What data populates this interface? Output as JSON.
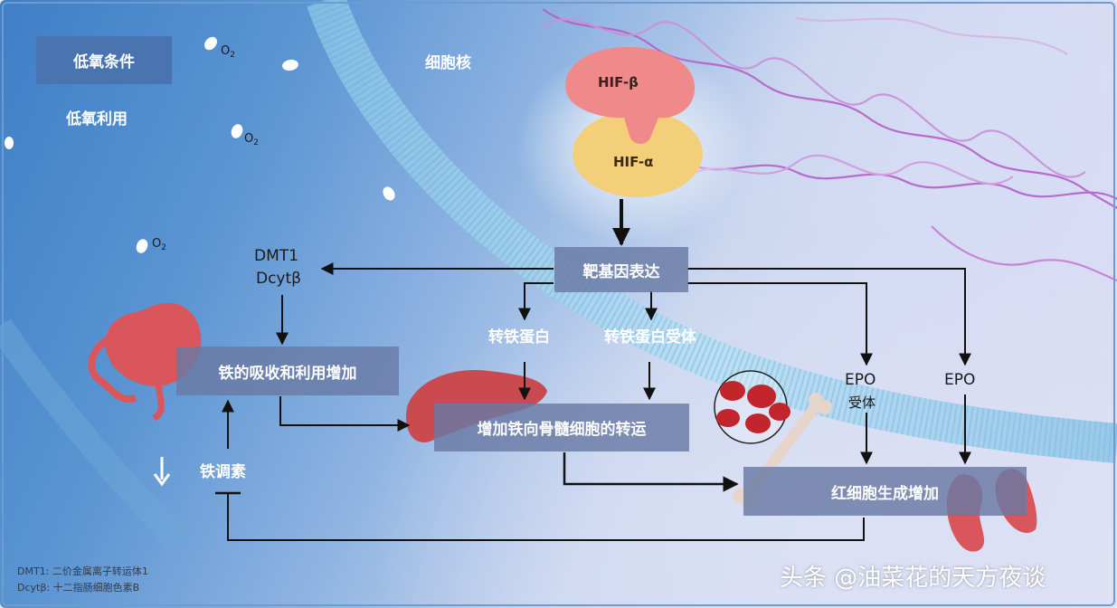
{
  "labels": {
    "hypoxia_condition": "低氧条件",
    "hypoxia_use": "低氧利用",
    "nucleus": "细胞核",
    "o2_main": "O",
    "o2_sub": "2",
    "hif_beta": "HIF-β",
    "hif_alpha": "HIF-α",
    "target_gene": "靶基因表达",
    "dmt1": "DMT1",
    "dcytb": "Dcytβ",
    "transferrin": "转铁蛋白",
    "transferrin_receptor": "转铁蛋白受体",
    "epo_receptor_1": "EPO",
    "epo_receptor_2": "受体",
    "epo": "EPO",
    "iron_absorption": "铁的吸收和利用增加",
    "iron_transport": "增加铁向骨髓细胞的转运",
    "rbc_increase": "红细胞生成增加",
    "hepcidin": "铁调素"
  },
  "footnotes": [
    "DMT1: 二价金属离子转运体1",
    "Dcytβ: 十二指肠细胞色素B"
  ],
  "watermark": "头条 @油菜花的天方夜谈",
  "colors": {
    "box_fill": "#697aa5",
    "hif_beta": "#f08a8a",
    "hif_alpha": "#f2cf78",
    "arrow": "#111111",
    "organ": "#d9575c"
  },
  "icons": [
    "stomach-icon",
    "liver-icon",
    "kidney-icon",
    "red-blood-cell-icon",
    "bone-icon",
    "dna-icon",
    "down-arrow-icon"
  ]
}
